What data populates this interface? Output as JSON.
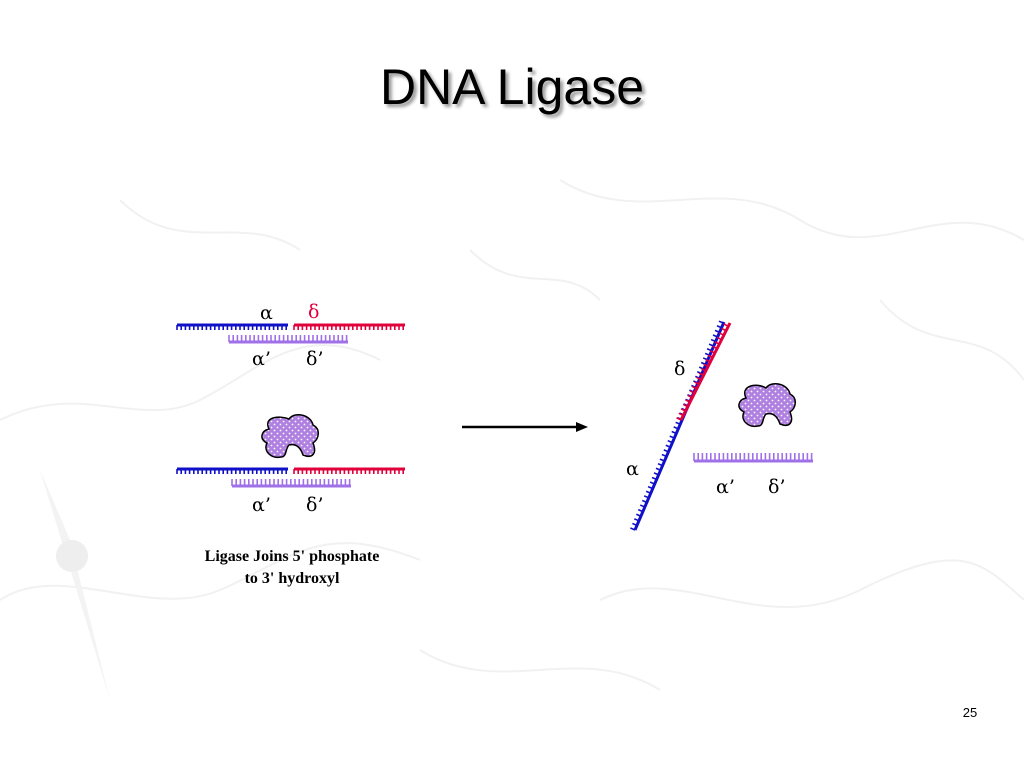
{
  "slide": {
    "title": "DNA Ligase",
    "page_number": "25",
    "caption": {
      "line1": "Ligase Joins 5' phosphate",
      "line2": "to 3' hydroxyl"
    }
  },
  "labels": {
    "alpha": "α",
    "delta": "δ",
    "alpha_prime": "α’",
    "delta_prime": "δ’"
  },
  "colors": {
    "strand_alpha": "#1010c8",
    "strand_delta": "#e0003c",
    "strand_complement": "#a070e8",
    "ligase": "#b080e0"
  }
}
